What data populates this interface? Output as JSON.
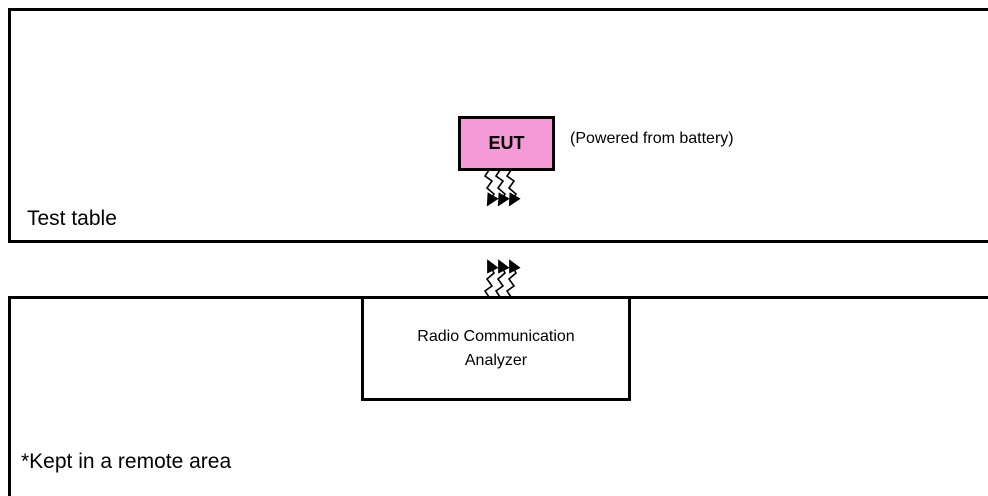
{
  "test_table": {
    "label": "Test table"
  },
  "eut": {
    "label": "EUT",
    "note": "(Powered from battery)",
    "fill_color": "#f49ad6"
  },
  "remote_area": {
    "label": "*Kept in a remote area"
  },
  "analyzer": {
    "line1": "Radio Communication",
    "line2": "Analyzer"
  },
  "links": [
    {
      "from": "eut",
      "to": "analyzer",
      "type": "wireless-rf",
      "icon": "radio-wave-icon"
    }
  ]
}
